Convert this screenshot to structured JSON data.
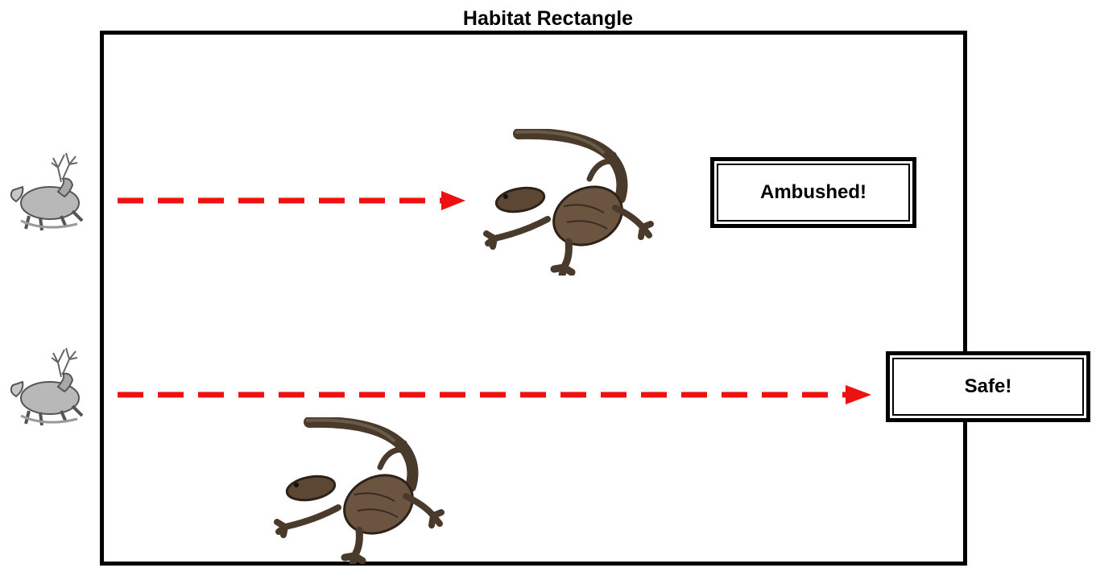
{
  "title": "Habitat Rectangle",
  "outcomes": {
    "ambushed": "Ambushed!",
    "safe": "Safe!"
  },
  "colors": {
    "arrow": "#ee1111",
    "border": "#000000"
  },
  "icons": {
    "prey": "deer-icon",
    "predator": "lizard-icon"
  }
}
